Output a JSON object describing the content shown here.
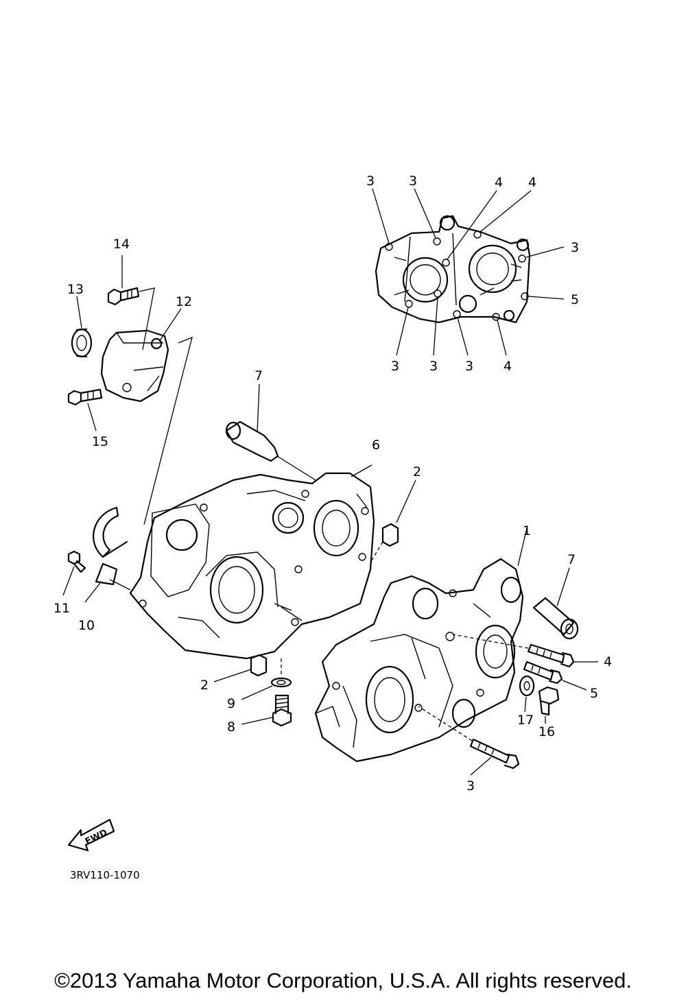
{
  "callouts": {
    "c1": "1",
    "c2a": "2",
    "c2b": "2",
    "c3a": "3",
    "c3b": "3",
    "c3c": "3",
    "c3d": "3",
    "c3e": "3",
    "c3f": "3",
    "c3g": "3",
    "c4a": "4",
    "c4b": "4",
    "c4c": "4",
    "c4d": "4",
    "c5a": "5",
    "c5b": "5",
    "c6": "6",
    "c7a": "7",
    "c7b": "7",
    "c8": "8",
    "c9": "9",
    "c10": "10",
    "c11": "11",
    "c12": "12",
    "c13": "13",
    "c14": "14",
    "c15": "15",
    "c16": "16",
    "c17": "17"
  },
  "fwd_label": "FWD",
  "part_code": "3RV110-1070",
  "copyright": "©2013 Yamaha Motor Corporation, U.S.A. All rights reserved."
}
